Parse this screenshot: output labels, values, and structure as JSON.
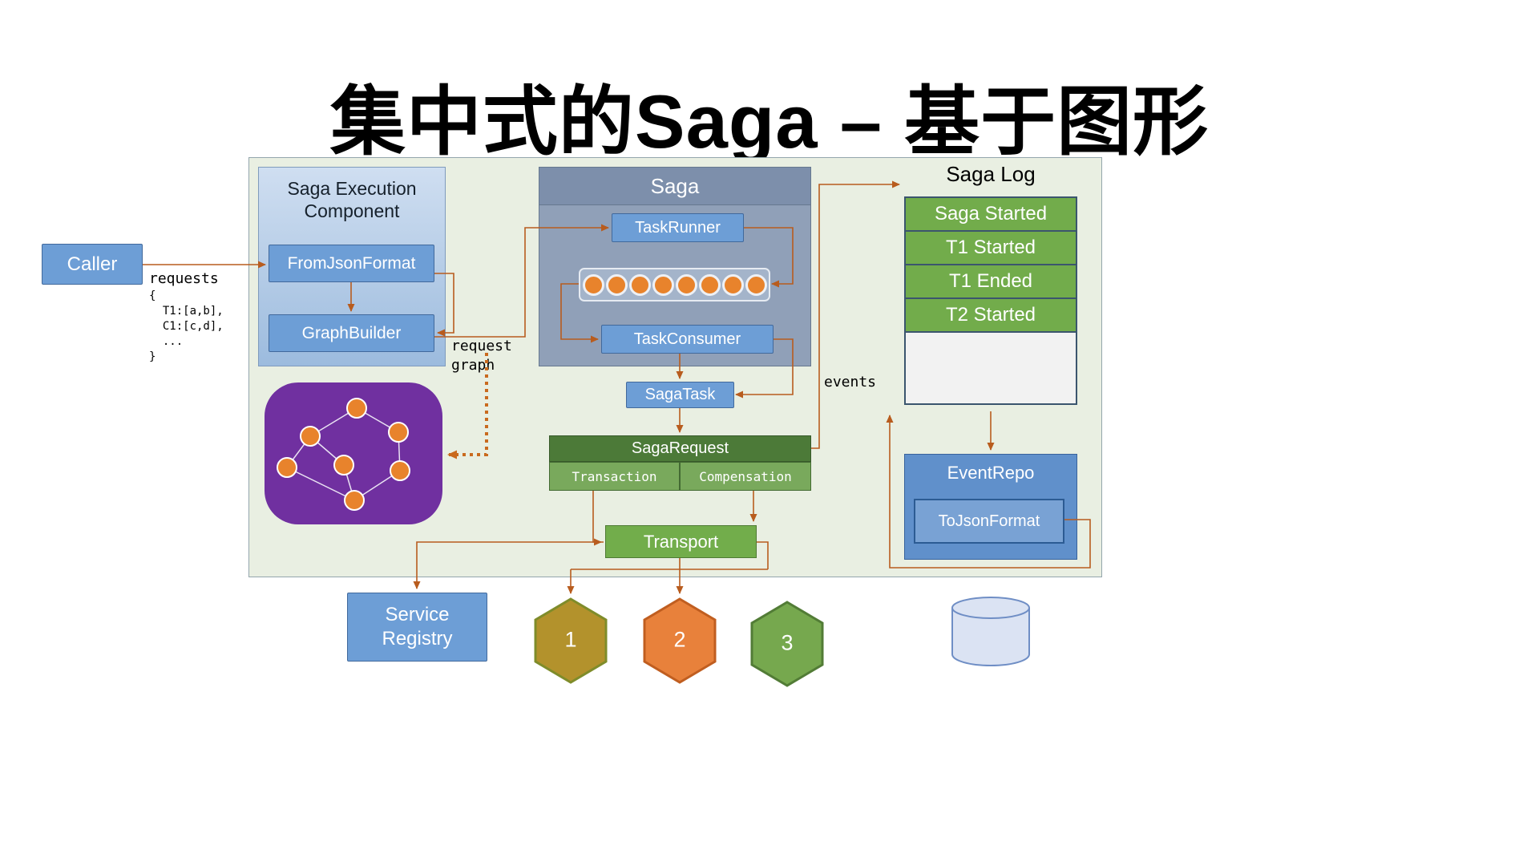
{
  "title": "集中式的Saga – 基于图形",
  "caller": {
    "label": "Caller"
  },
  "requests": {
    "label": "requests",
    "code": "{\n  T1:[a,b],\n  C1:[c,d],\n  ...\n}"
  },
  "saga_execution_component": {
    "title": "Saga Execution Component",
    "from_json_format": "FromJsonFormat",
    "graph_builder": "GraphBuilder"
  },
  "request_graph_label": "request\ngraph",
  "saga": {
    "title": "Saga",
    "task_runner": "TaskRunner",
    "task_consumer": "TaskConsumer",
    "queue_slots": 8
  },
  "saga_task": {
    "label": "SagaTask"
  },
  "saga_request": {
    "title": "SagaRequest",
    "transaction": "Transaction",
    "compensation": "Compensation"
  },
  "transport": {
    "label": "Transport"
  },
  "saga_log": {
    "title": "Saga Log",
    "rows": [
      "Saga Started",
      "T1 Started",
      "T1 Ended",
      "T2 Started"
    ]
  },
  "events_label": "events",
  "event_repo": {
    "title": "EventRepo",
    "to_json_format": "ToJsonFormat"
  },
  "service_registry": {
    "label": "Service Registry"
  },
  "services": [
    {
      "label": "1"
    },
    {
      "label": "2"
    },
    {
      "label": "3"
    }
  ],
  "graph": {
    "node_count": 7
  },
  "colors": {
    "accent_blue": "#6d9ed6",
    "accent_green": "#72ad4b",
    "dark_green": "#4c7a38",
    "purple": "#7030a0",
    "orange_node": "#e8832c",
    "arrow": "#b85c1e",
    "hex_yellow": "#b3922c",
    "hex_orange": "#e8813b",
    "hex_green": "#76a84e",
    "container_bg": "#e9efe2",
    "cylinder_fill": "#dbe3f3"
  }
}
